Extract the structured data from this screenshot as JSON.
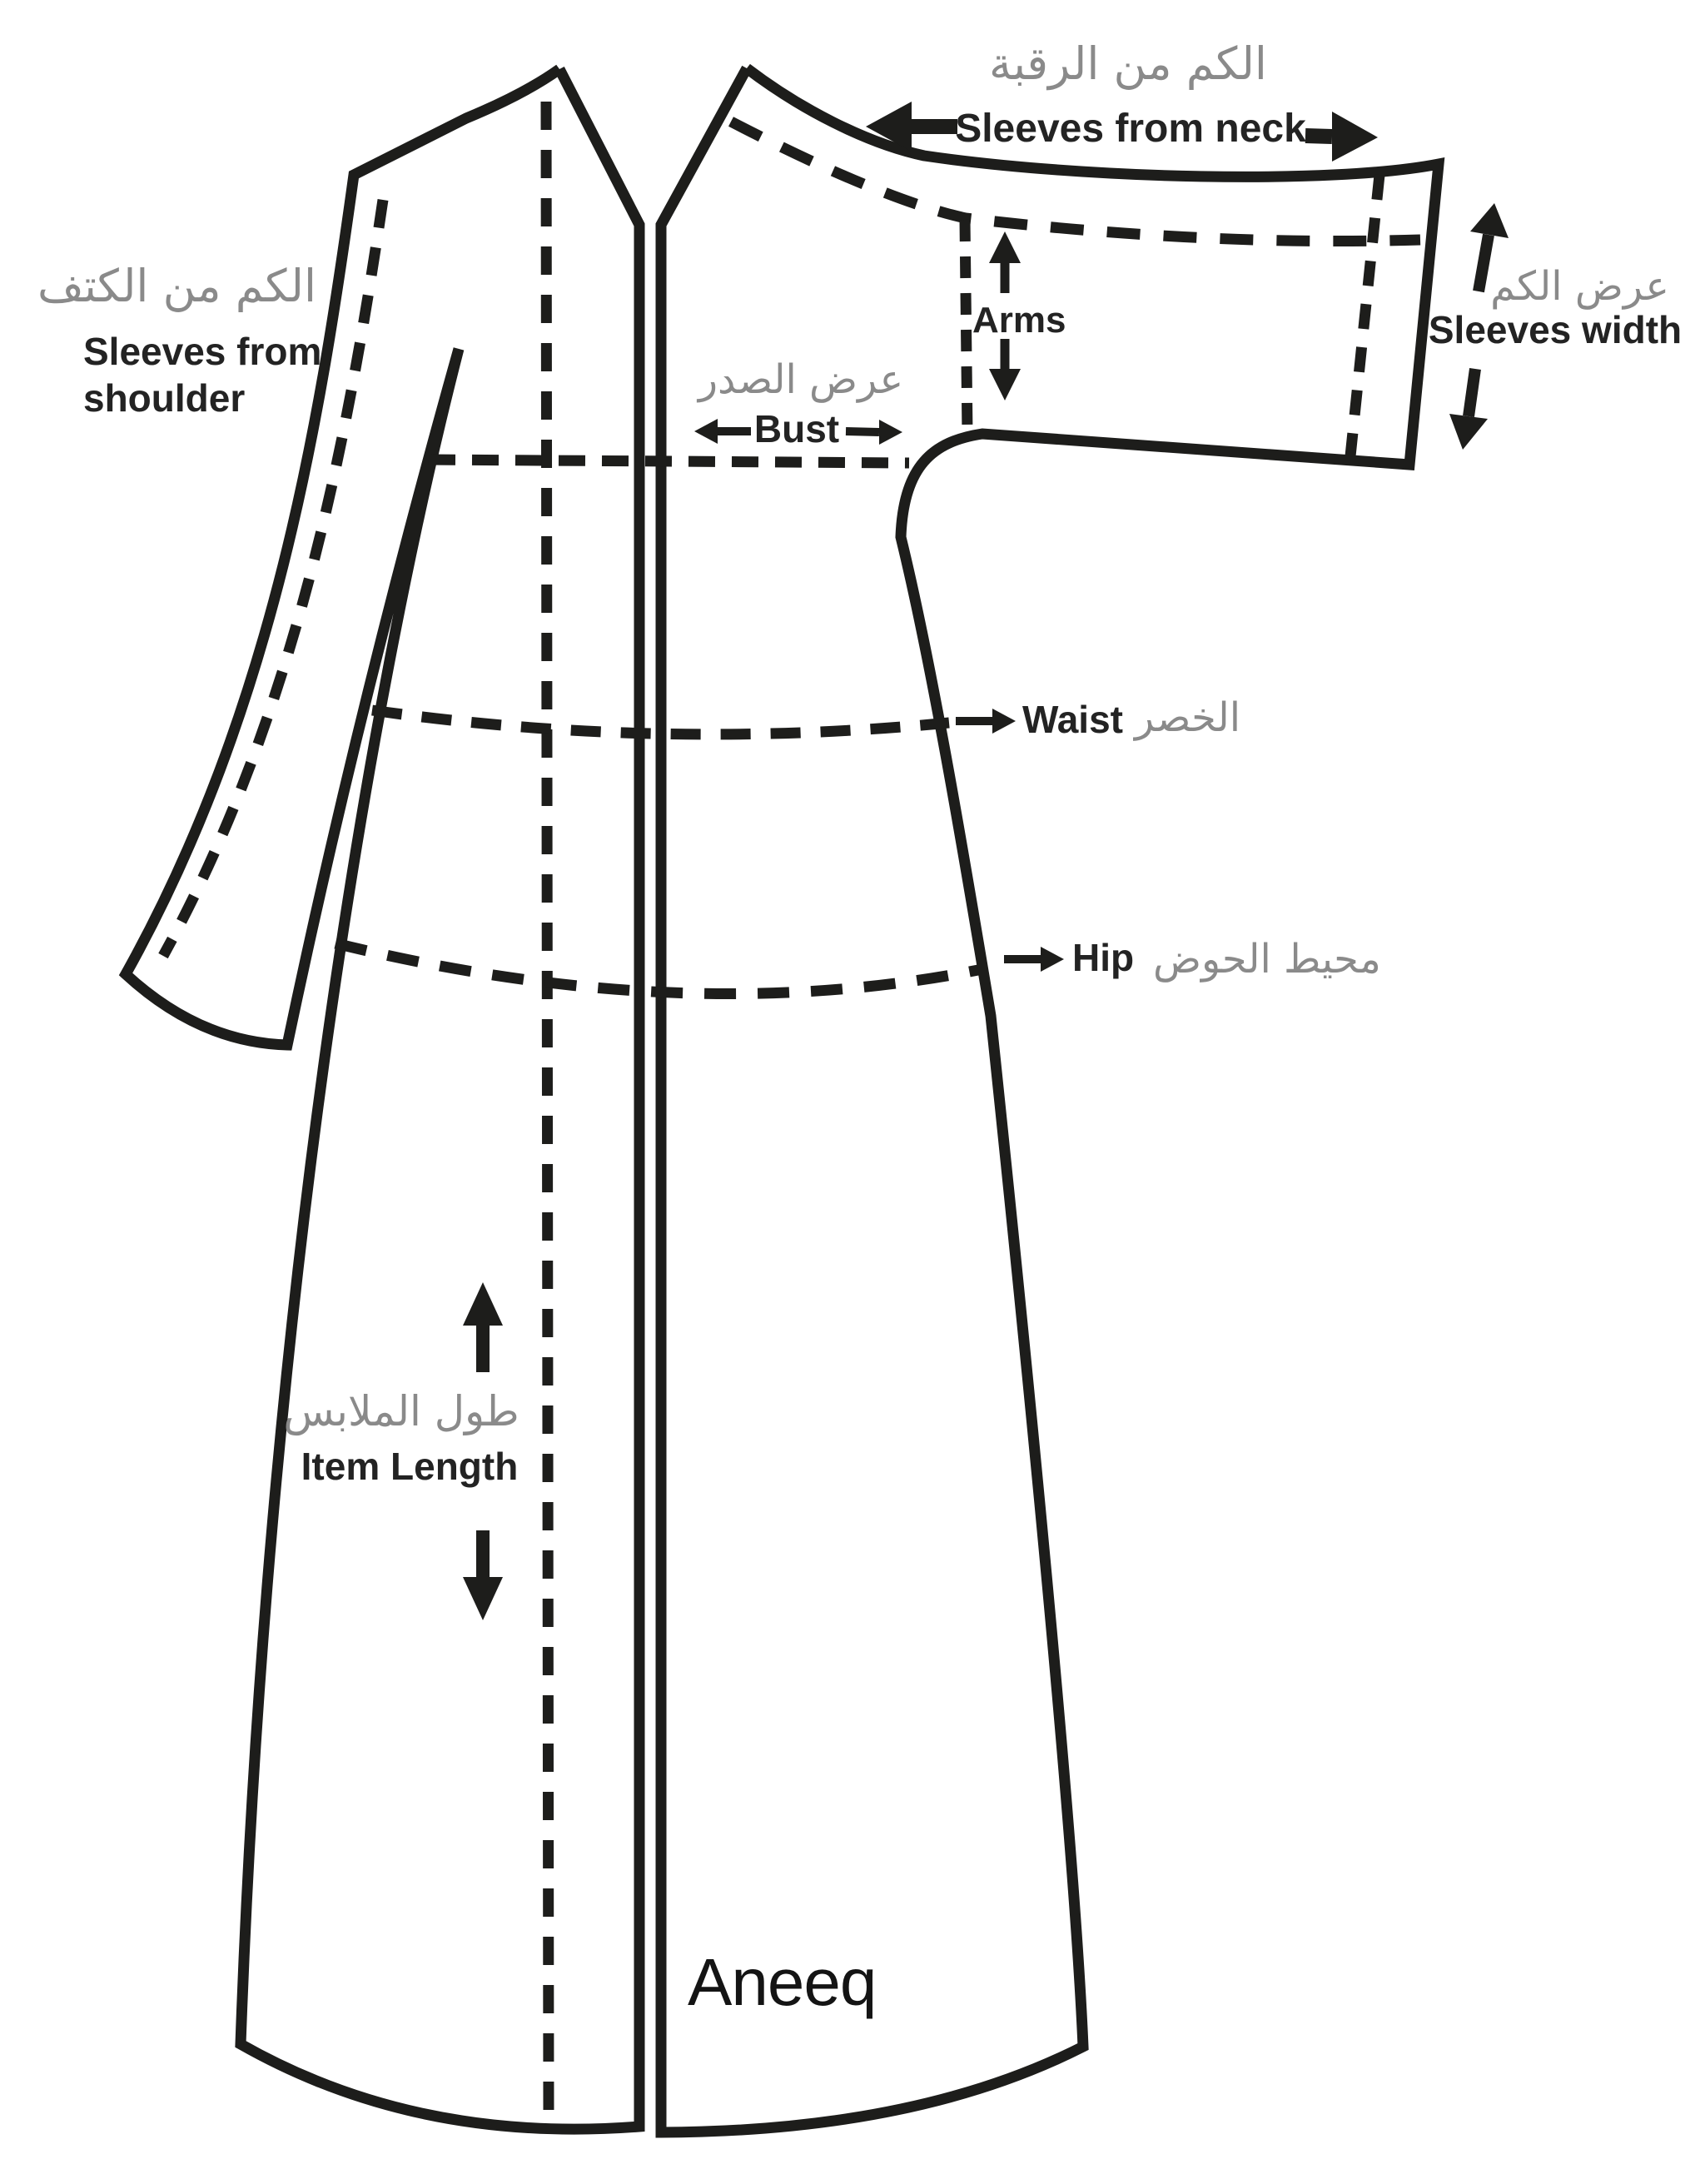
{
  "brand": "Aneeq",
  "colors": {
    "outline": "#1d1d1b",
    "label_gray": "#8a8a8a",
    "label_black": "#232323",
    "background": "#ffffff"
  },
  "labels": {
    "sleeves_from_neck": {
      "ar": "الكم من الرقبة",
      "en": "Sleeves from neck"
    },
    "sleeves_from_shoulder": {
      "ar": "الكم من الكتف",
      "en_line1": "Sleeves from",
      "en_line2": "shoulder"
    },
    "arms": {
      "en": "Arms"
    },
    "sleeves_width": {
      "ar": "عرض الكم",
      "en": "Sleeves width"
    },
    "bust": {
      "ar": "عرض الصدر",
      "en": "Bust"
    },
    "waist": {
      "en": "Waist",
      "ar": "الخصر"
    },
    "hip": {
      "en": "Hip",
      "ar": "محيط الحوض"
    },
    "item_length": {
      "ar": "طول الملابس",
      "en": "Item Length"
    }
  }
}
